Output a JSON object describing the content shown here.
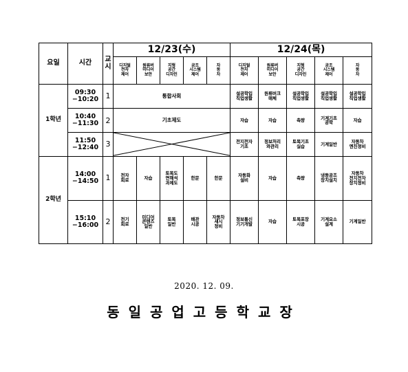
{
  "header": {
    "day_label": "요일",
    "time_label": "시간",
    "period_label": "교\n시",
    "date1": "12/23(수)",
    "date2": "12/24(목)",
    "depts": [
      "디지털\n전자\n제어",
      "원류버\n미디어\n보안",
      "지형\n공간\n디자인",
      "공조\n시스템\n제어",
      "자\n동\n차"
    ]
  },
  "grade1": {
    "label": "1학년",
    "rows": [
      {
        "time": "09:30\n−10:20",
        "period": "1",
        "day1_merged": "통합사회",
        "day2": [
          "설공학입\n직업생활",
          "원류버크\n매체",
          "설공학입\n직업생활",
          "설공학입\n직업생활",
          "설공학입\n직업생활"
        ]
      },
      {
        "time": "10:40\n−11:30",
        "period": "2",
        "day1_merged": "기초제도",
        "day2": [
          "자습",
          "자습",
          "축량",
          "기계기초\n공학",
          "자습"
        ]
      },
      {
        "time": "11:50\n−12:40",
        "period": "3",
        "day2": [
          "전지전자\n기초",
          "정보처리\n와관리",
          "토목기초\n실습",
          "기계일반",
          "자동차\n엔진정비"
        ]
      }
    ]
  },
  "grade2": {
    "label": "2학년",
    "rows": [
      {
        "time": "14:00\n−14:50",
        "period": "1",
        "day1": [
          "전자\n회로",
          "자습",
          "토목도\n면해석\n과제도",
          "한문",
          "한문"
        ],
        "day2": [
          "자동화\n설비",
          "자습",
          "측량",
          "냉동공조\n장치설치",
          "자동차\n전지전자\n장치정비"
        ]
      },
      {
        "time": "15:10\n−16:00",
        "period": "2",
        "day1": [
          "전기\n회로",
          "미디어\n콘텐츠\n일반",
          "토목\n일반",
          "배관\n시공",
          "자동차\n섀시\n정비"
        ],
        "day2": [
          "정보통신\n기기개발",
          "자습",
          "토목포장\n시공",
          "기계요소\n설계",
          "기계일반"
        ]
      }
    ]
  },
  "footer": {
    "date": "2020. 12. 09.",
    "school": "동일공업고등학교장"
  }
}
